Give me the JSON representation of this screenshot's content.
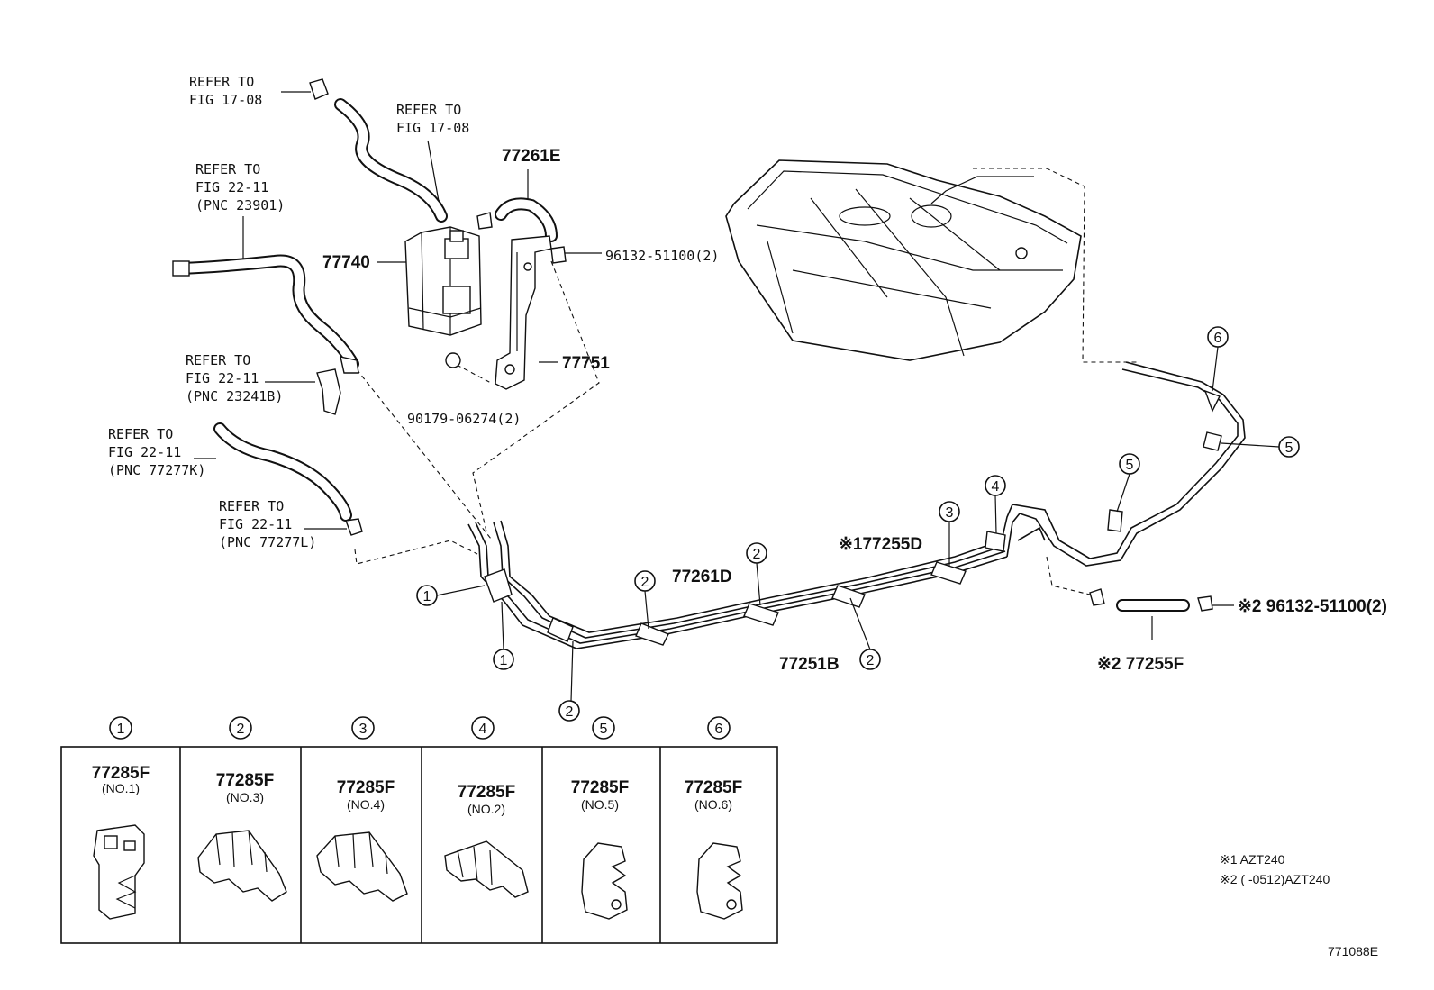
{
  "refs": {
    "r1": [
      "REFER TO",
      "FIG 17-08"
    ],
    "r2": [
      "REFER TO",
      "FIG 17-08"
    ],
    "r3": [
      "REFER TO",
      "FIG 22-11",
      "(PNC 23901)"
    ],
    "r4": [
      "REFER TO",
      "FIG 22-11",
      "(PNC 23241B)"
    ],
    "r5": [
      "REFER TO",
      "FIG 22-11",
      "(PNC 77277K)"
    ],
    "r6": [
      "REFER TO",
      "FIG 22-11",
      "(PNC 77277L)"
    ]
  },
  "parts": {
    "p77261E": "77261E",
    "p77740": "77740",
    "p96132_top": "96132-51100(2)",
    "p77751": "77751",
    "p90179": "90179-06274(2)",
    "p77261D": "77261D",
    "p77255D": "※177255D",
    "p77251B": "77251B",
    "p96132_right": "※2 96132-51100(2)",
    "p77255F": "※2 77255F"
  },
  "callouts": [
    "1",
    "2",
    "3",
    "4",
    "5",
    "6"
  ],
  "clamps": [
    {
      "num": "1",
      "part": "77285F",
      "sub": "(NO.1)"
    },
    {
      "num": "2",
      "part": "77285F",
      "sub": "(NO.3)"
    },
    {
      "num": "3",
      "part": "77285F",
      "sub": "(NO.4)"
    },
    {
      "num": "4",
      "part": "77285F",
      "sub": "(NO.2)"
    },
    {
      "num": "5",
      "part": "77285F",
      "sub": "(NO.5)"
    },
    {
      "num": "6",
      "part": "77285F",
      "sub": "(NO.6)"
    }
  ],
  "notes": {
    "n1": "※1 AZT240",
    "n2": "※2 (        -0512)AZT240"
  },
  "figure_id": "771088E"
}
